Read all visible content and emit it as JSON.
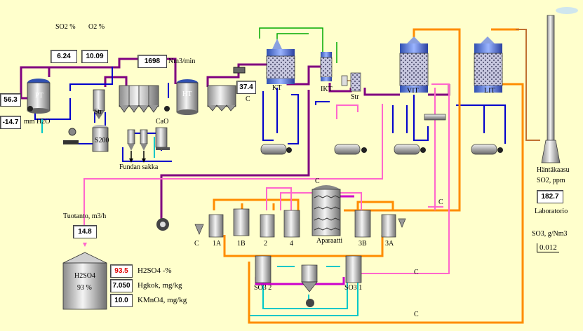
{
  "labels": {
    "so2_pct": "SO2 %",
    "o2_pct": "O2 %",
    "flow_unit": "Nm3/min",
    "pt": "PT",
    "str_left": "Str",
    "ht": "HT",
    "s200": "S200",
    "cao": "CaO",
    "fundan_sakka": "Fundan sakka",
    "mm_h2o": "mm H2O",
    "kt": "KT",
    "ikt": "IKT",
    "str_mid": "Str",
    "vit": "VIT",
    "lit": "LIT",
    "hantakaasu": "Häntäkaasu",
    "so2_ppm": "SO2, ppm",
    "laboratorio": "Laboratorio",
    "so3_unit": "SO3, g/Nm3",
    "tuotanto": "Tuotanto, m3/h",
    "h2so4_tank": "H2SO4",
    "tank_pct": "93 %",
    "h2so4_unit": "H2SO4 -%",
    "hgkok_unit": "Hgkok, mg/kg",
    "kmno4_unit": "KMnO4, mg/kg",
    "blower_1a": "1A",
    "blower_1b": "1B",
    "blower_2": "2",
    "blower_4": "4",
    "aparaatti": "Aparaatti",
    "blower_3b": "3B",
    "blower_3a": "3A",
    "so3_2": "SO3 2",
    "so3_1": "SO3 1",
    "c": "C"
  },
  "values": {
    "so2_pct": "6.24",
    "o2_pct": "10.09",
    "flow": "1698",
    "pressure_top": "56.3",
    "pressure_bottom": "-14.7",
    "kt_value": "37.4",
    "so2_ppm": "182.7",
    "so3": "0.012",
    "tuotanto": "14.8",
    "h2so4": "93.5",
    "hgkok": "7.050",
    "kmno4": "10.0"
  },
  "colors": {
    "background": "#ffffcc",
    "gas_line": "#800080",
    "water_line": "#0000cc",
    "cooling_line": "#00c8c8",
    "orange_line": "#ff8c00",
    "pink_line": "#ff66cc",
    "green_line": "#00aa00",
    "alarm_value": "#e00000"
  }
}
